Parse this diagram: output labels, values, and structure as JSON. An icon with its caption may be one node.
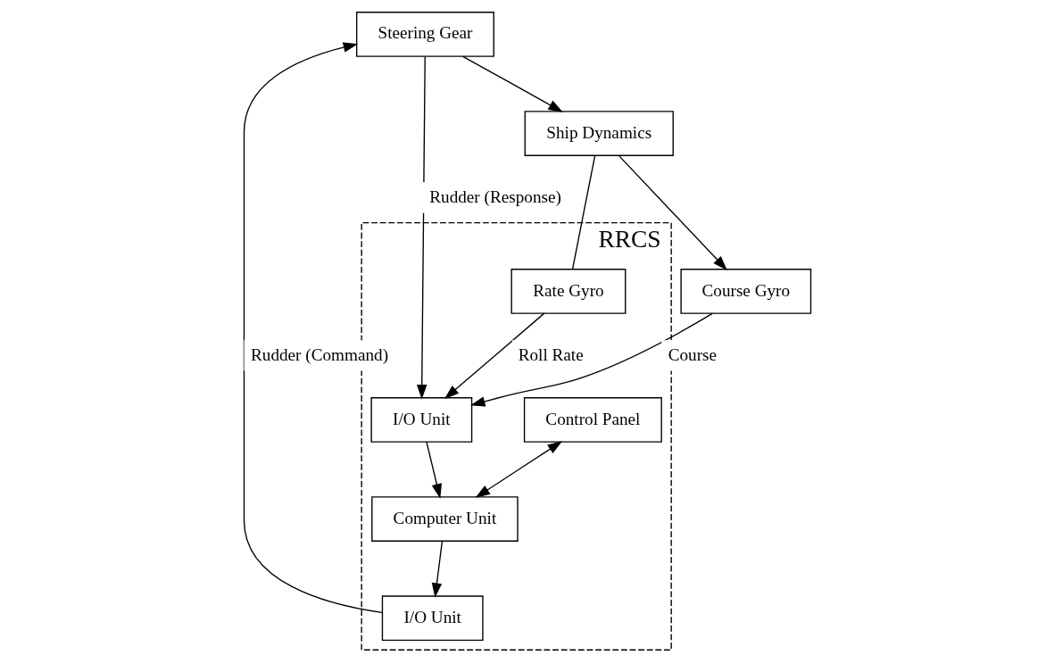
{
  "diagram": {
    "nodes": [
      {
        "text": [
          "RRCS"
        ]
      },
      {
        "text": [
          "Control Panel"
        ],
        "in": 0
      },
      {
        "text": [
          "I/O Unit"
        ],
        "in": 0
      },
      {
        "text": [
          "Computer Unit"
        ],
        "in": 0
      },
      {
        "text": [
          "I/O Unit"
        ],
        "in": 0
      },
      {
        "text": [
          "Rate Gyro"
        ],
        "in": 0
      },
      {
        "text": [
          "Steering Gear"
        ]
      },
      {
        "text": [
          "Ship Dynamics"
        ]
      },
      {
        "text": [
          "Course Gyro"
        ]
      }
    ],
    "edges": [
      {
        "from": 1,
        "to": 3,
        "arrow": "both"
      },
      {
        "from": 3,
        "to": 2,
        "arrow": "to"
      },
      {
        "from": 4,
        "to": 3,
        "arrow": "to"
      },
      {
        "from": 2,
        "to": 6,
        "arrow": "to",
        "label": "Rudder (Command)"
      },
      {
        "from": 6,
        "to": 4,
        "arrow": "to",
        "label": "Rudder (Response)"
      },
      {
        "from": 5,
        "to": 4,
        "arrow": "to",
        "label": "Roll Rate"
      },
      {
        "from": 7,
        "to": 5,
        "arrow": "none"
      },
      {
        "from": 6,
        "to": 7,
        "arrow": "to"
      },
      {
        "from": 7,
        "to": 8,
        "arrow": "to"
      },
      {
        "from": 8,
        "to": 4,
        "arrow": "to",
        "label": "Course"
      }
    ]
  }
}
